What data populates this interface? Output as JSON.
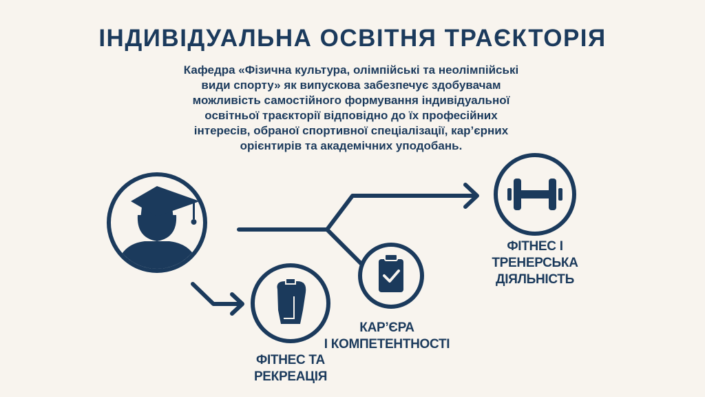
{
  "title": "ІНДИВІДУАЛЬНА ОСВІТНЯ ТРАЄКТОРІЯ",
  "intro_lines": [
    "Кафедра «Фізична культура, олімпійські та неолімпійські",
    "види спорту» як випускова забезпечує здобувачам",
    "можливість самостійного формування індивідуальної",
    "освітньої траєкторії відповідно до їх професійних",
    "інтересів, обраної спортивної спеціалізації, кар’єрних",
    "орієнтирів та академічних уподобань."
  ],
  "nodes": {
    "student": {
      "icon": "graduate-student-icon"
    },
    "fitness_coaching": {
      "icon": "dumbbell-icon",
      "label_lines": [
        "ФІТНЕС І",
        "ТРЕНЕРСЬКА",
        "ДІЯЛЬНІСТЬ"
      ]
    },
    "career": {
      "icon": "clipboard-check-icon",
      "label_lines": [
        "КАР’ЄРА",
        "І КОМПЕТЕНТНОСТІ"
      ]
    },
    "fitness_recreation": {
      "icon": "boxing-glove-icon",
      "label_lines": [
        "ФІТНЕС ТА",
        "РЕКРЕАЦІЯ"
      ]
    }
  },
  "colors": {
    "primary": "#1b3a5c",
    "background": "#f8f4ee"
  }
}
